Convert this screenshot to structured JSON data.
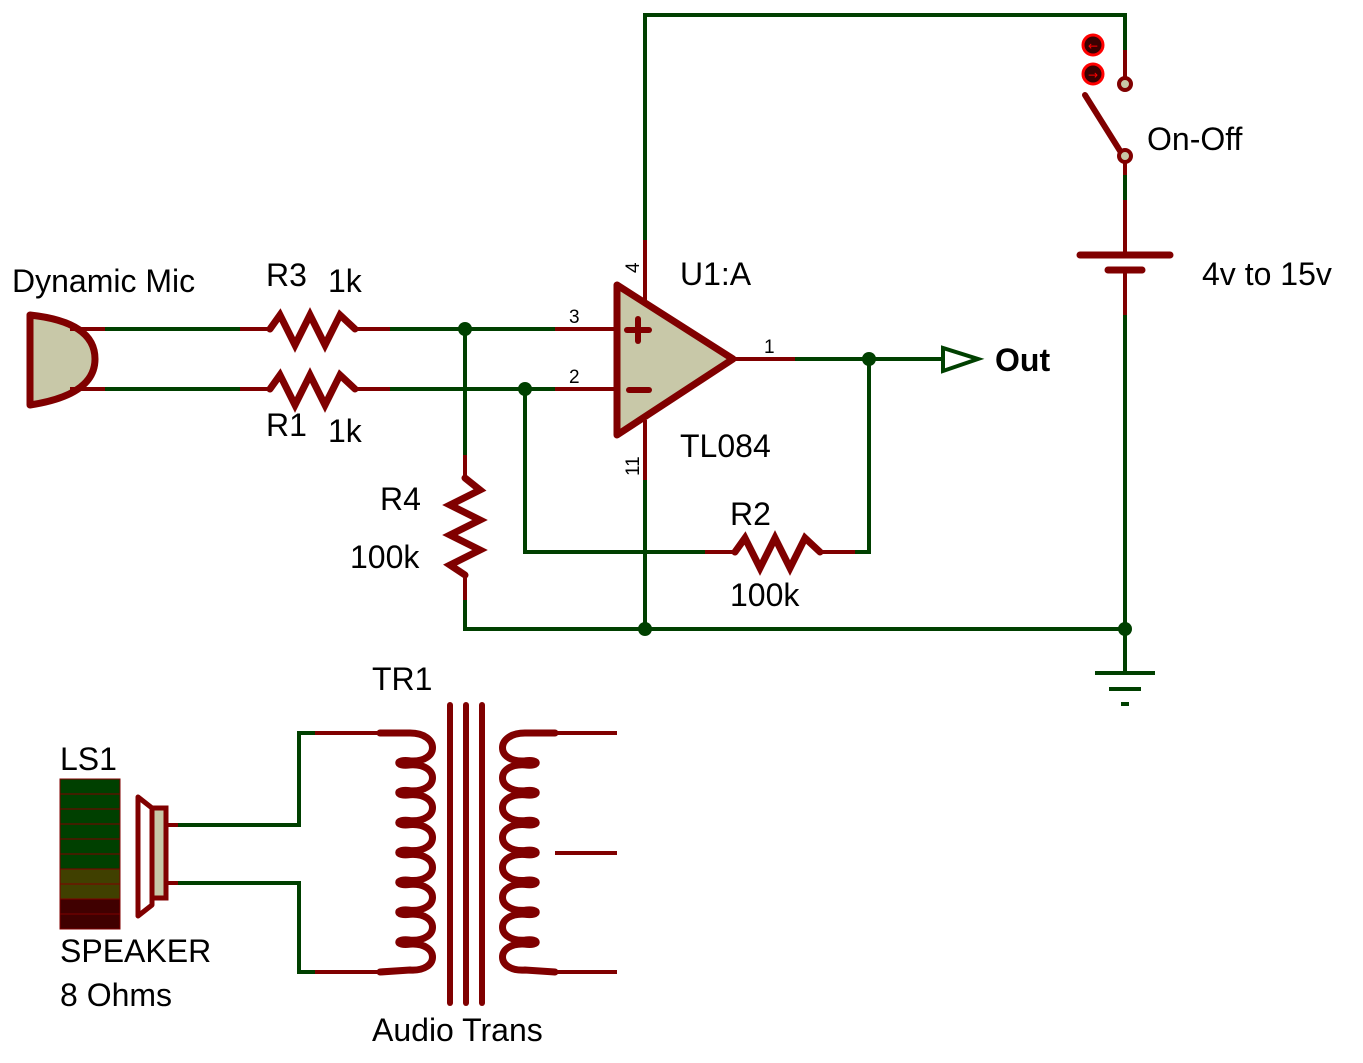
{
  "title": "Dynamic microphone amplifier schematic",
  "components": {
    "mic": {
      "ref": "",
      "label": "Dynamic Mic"
    },
    "r3": {
      "ref": "R3",
      "value": "1k"
    },
    "r1": {
      "ref": "R1",
      "value": "1k"
    },
    "r4": {
      "ref": "R4",
      "value": "100k"
    },
    "r2": {
      "ref": "R2",
      "value": "100k"
    },
    "opamp": {
      "ref": "U1:A",
      "part": "TL084",
      "pins": {
        "noninv": "3",
        "inv": "2",
        "out": "1",
        "vplus": "4",
        "vminus": "11"
      },
      "plus_symbol": "+",
      "minus_symbol": "−"
    },
    "output": {
      "label": "Out"
    },
    "switch": {
      "label": "On-Off"
    },
    "battery": {
      "label": "4v to 15v"
    },
    "speaker": {
      "ref": "LS1",
      "type": "SPEAKER",
      "value": "8 Ohms"
    },
    "transformer": {
      "ref": "TR1",
      "value": "Audio Trans"
    }
  },
  "colors": {
    "wire": "#004000",
    "component": "#800000",
    "component_fill": "#c8c8a8",
    "switch_indicator": "#ff0000"
  },
  "speaker_meter": {
    "segments": [
      "green",
      "green",
      "green",
      "green",
      "green",
      "green",
      "olive",
      "olive",
      "darkred",
      "darkred"
    ]
  }
}
